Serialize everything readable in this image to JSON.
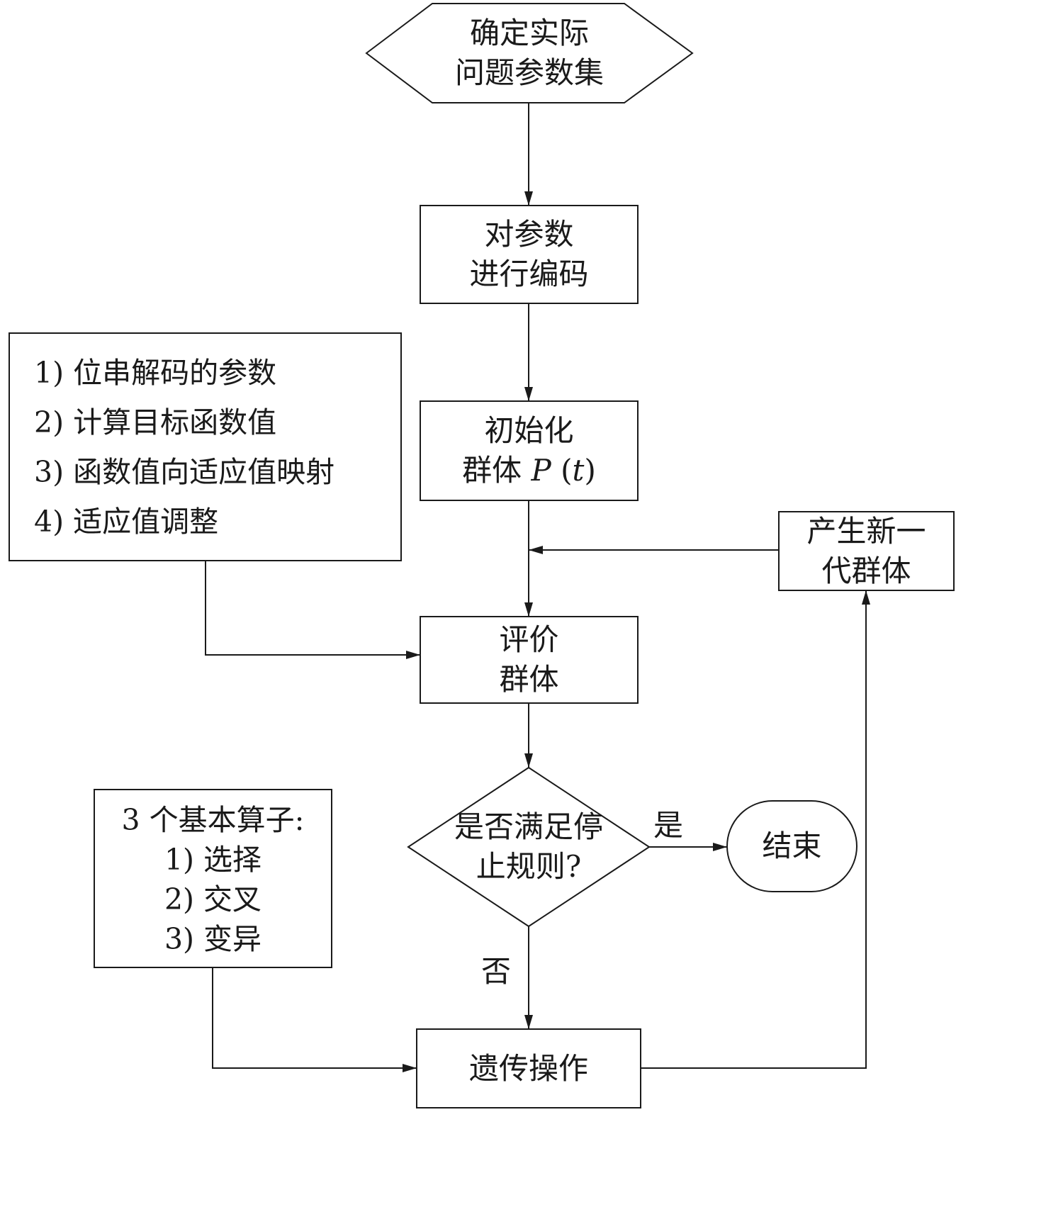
{
  "nodes": {
    "start": {
      "lines": [
        "确定实际",
        "问题参数集"
      ]
    },
    "encode": {
      "lines": [
        "对参数",
        "进行编码"
      ]
    },
    "init": {
      "line1": "初始化",
      "line2_prefix": "群体 ",
      "line2_var": "P",
      "line2_open": " (",
      "line2_arg": "t",
      "line2_close": ")"
    },
    "evaluate": {
      "lines": [
        "评价",
        "群体"
      ]
    },
    "decision": {
      "lines": [
        "是否满足停",
        "止规则?"
      ]
    },
    "end": {
      "label": "结束"
    },
    "genetic_ops": {
      "label": "遗传操作"
    },
    "new_gen": {
      "lines": [
        "产生新一",
        "代群体"
      ]
    }
  },
  "notes": {
    "evaluation_steps": [
      "1) 位串解码的参数",
      "2) 计算目标函数值",
      "3) 函数值向适应值映射",
      "4) 适应值调整"
    ],
    "operators": [
      "3 个基本算子:",
      "1) 选择",
      "2) 交叉",
      "3) 变异"
    ]
  },
  "edge_labels": {
    "yes": "是",
    "no": "否"
  }
}
